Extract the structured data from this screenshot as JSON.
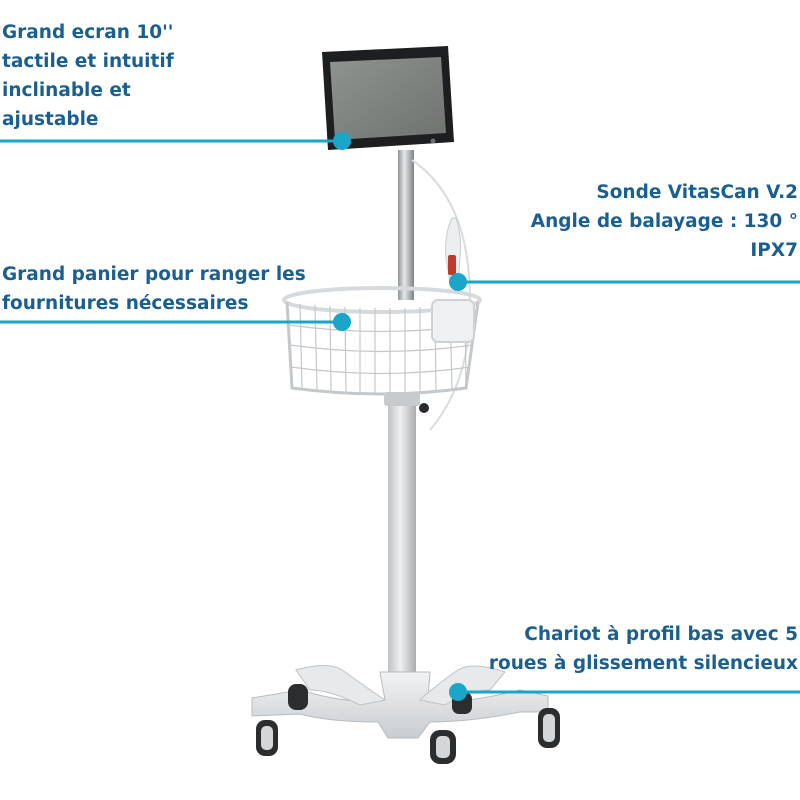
{
  "annotations": [
    {
      "id": "screen",
      "lines": [
        "Grand ecran 10''",
        "tactile et intuitif",
        "inclinable et",
        "ajustable"
      ]
    },
    {
      "id": "probe",
      "lines": [
        "Sonde VitasCan V.2",
        "Angle de balayage : 130 °",
        "IPX7"
      ]
    },
    {
      "id": "basket",
      "lines": [
        "Grand panier pour ranger les",
        "fournitures nécessaires"
      ]
    },
    {
      "id": "base",
      "lines": [
        "Chariot à profil bas avec 5",
        "roues à glissement silencieux"
      ]
    }
  ],
  "colors": {
    "text": "#1b5f8f",
    "leader_line": "#1aa6c8",
    "marker": "#1aa6c8"
  },
  "icons": {
    "marker": "filled-circle"
  }
}
